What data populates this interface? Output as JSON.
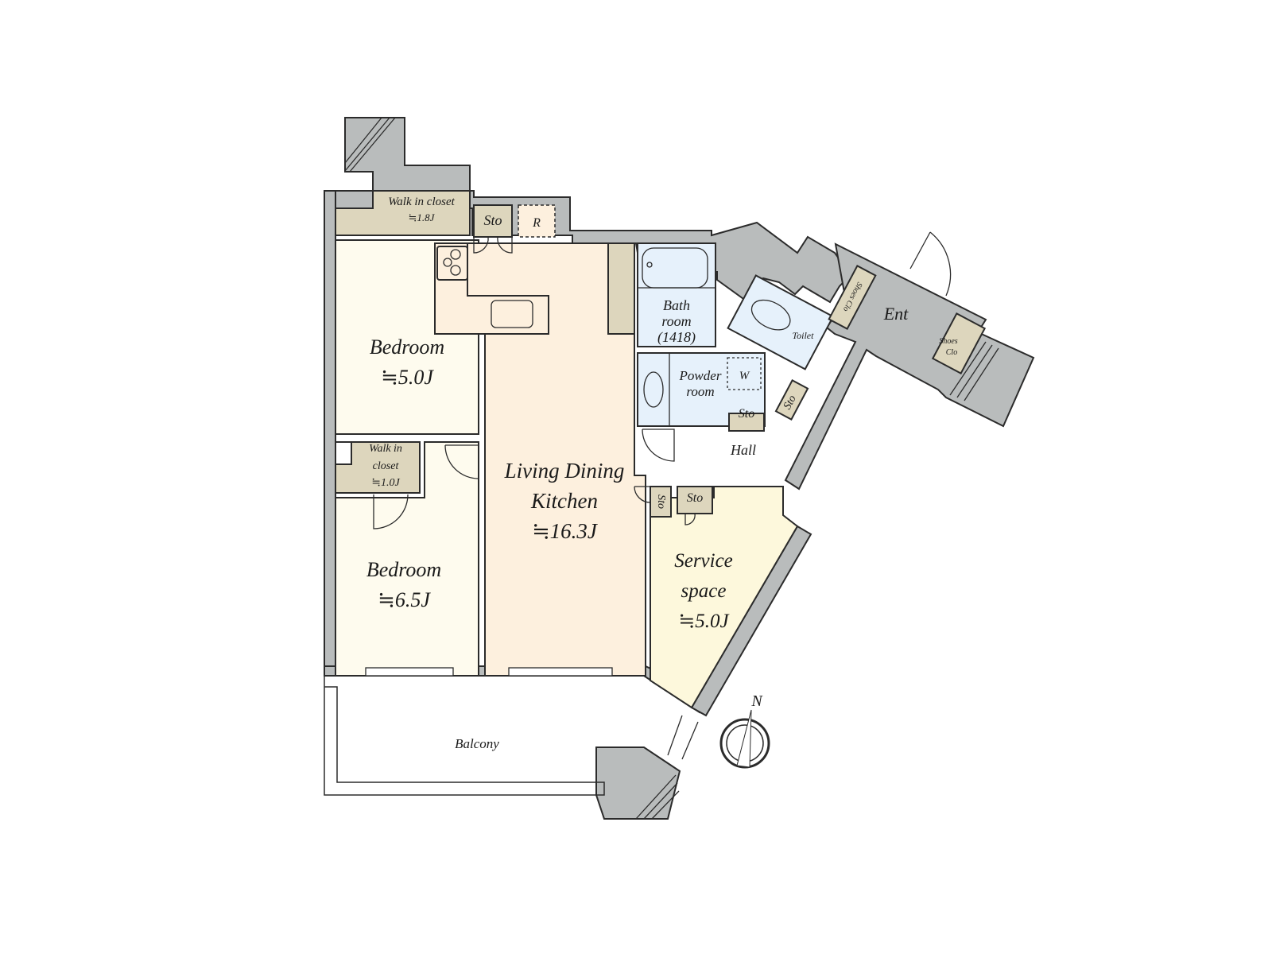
{
  "diagram": {
    "type": "apartment-floor-plan",
    "colors": {
      "wall": "#b9bcbc",
      "outline": "#2b2b2b",
      "bedroom": "#fefbee",
      "ldk": "#fdf0de",
      "closet": "#ddd6bd",
      "wet_area": "#e6f1fb",
      "service_space": "#fdf8dc",
      "background": "#ffffff"
    },
    "rooms": {
      "walk_in_closet_1": {
        "name": "Walk in closet",
        "area": "≒1.8J"
      },
      "sto_top": {
        "name": "Sto"
      },
      "refrigerator": {
        "name": "R"
      },
      "bedroom_1": {
        "name": "Bedroom",
        "area": "≒5.0J"
      },
      "walk_in_closet_2": {
        "name_line1": "Walk in",
        "name_line2": "closet",
        "area": "≒1.0J"
      },
      "bedroom_2": {
        "name": "Bedroom",
        "area": "≒6.5J"
      },
      "ldk": {
        "name_line1": "Living Dining",
        "name_line2": "Kitchen",
        "area": "≒16.3J"
      },
      "bathroom": {
        "name_line1": "Bath",
        "name_line2": "room",
        "size": "(1418)"
      },
      "powder_room": {
        "name_line1": "Powder",
        "name_line2": "room",
        "washer": "W"
      },
      "sto_powder": {
        "name": "Sto"
      },
      "toilet": {
        "name": "Toilet"
      },
      "sto_hall": {
        "name": "Sto"
      },
      "entrance": {
        "name": "Ent"
      },
      "shoes_closet_1": {
        "name": "Shoes Clo"
      },
      "shoes_closet_2": {
        "name_line1": "Shoes",
        "name_line2": "Clo"
      },
      "hall": {
        "name": "Hall"
      },
      "sto_ldk": {
        "name": "Sto"
      },
      "sto_service": {
        "name": "Sto"
      },
      "service_space": {
        "name_line1": "Service",
        "name_line2": "space",
        "area": "≒5.0J"
      },
      "balcony": {
        "name": "Balcony"
      }
    },
    "compass": {
      "label": "N"
    }
  }
}
